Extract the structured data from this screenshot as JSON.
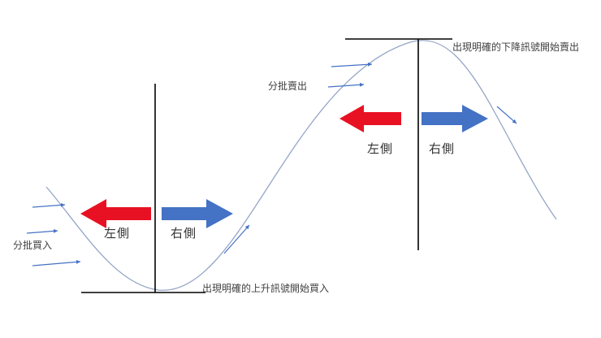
{
  "colors": {
    "curve": "#95a6c6",
    "axis": "#000000",
    "red_arrow": "#e81123",
    "blue_arrow": "#4472c4",
    "small_arrow": "#4472c4"
  },
  "bottom_section": {
    "left_label": "左側",
    "right_label": "右側",
    "batch_buy_label": "分批買入",
    "signal_text": "出現明確的上升訊號開始買入"
  },
  "top_section": {
    "left_label": "左側",
    "right_label": "右側",
    "batch_sell_label": "分批賣出",
    "signal_text": "出現明確的下降訊號開始賣出"
  }
}
